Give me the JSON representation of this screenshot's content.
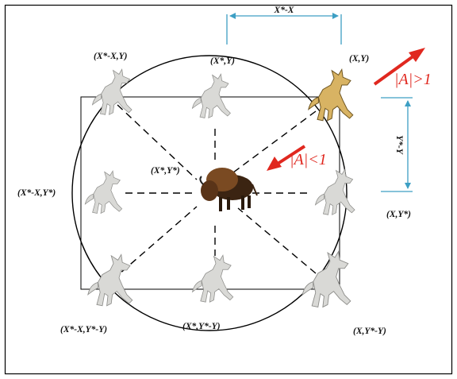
{
  "labels": {
    "top_left": "(X*-X,Y)",
    "top_center": "(X*,Y)",
    "top_right": "(X,Y)",
    "center": "(X*,Y*)",
    "mid_left": "(X*-X,Y*)",
    "mid_right": "(X,Y*)",
    "bottom_left": "(X*-X,Y*-Y)",
    "bottom_center": "(X*,Y*-Y)",
    "bottom_right": "(X,Y*-Y)",
    "dim_horizontal": "X*-X",
    "dim_vertical": "Y*-Y"
  },
  "arrows": {
    "outward": "|A|>1",
    "inward": "|A|<1"
  },
  "colors": {
    "frame": "#000000",
    "dimension": "#3d9fc4",
    "arrow": "#e0281f",
    "wolf_gray": "#d9d9d6",
    "wolf_active": "#d8b363",
    "prey": "#5a3418"
  },
  "icons": {
    "wolf": "wolf-icon",
    "prey": "bison-icon"
  }
}
